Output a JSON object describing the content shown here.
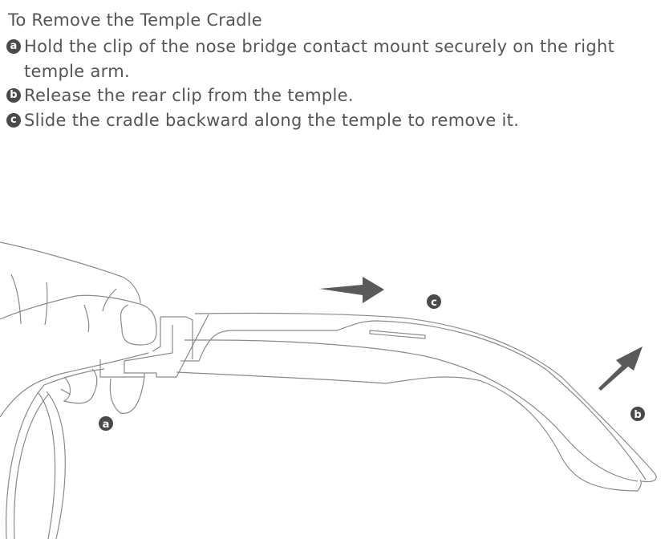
{
  "title": "To Remove the Temple Cradle",
  "steps": [
    {
      "marker": "a",
      "text": "Hold the clip of the nose bridge contact mount securely on the right temple arm."
    },
    {
      "marker": "b",
      "text": "Release the rear clip from the temple."
    },
    {
      "marker": "c",
      "text": "Slide the cradle backward along the temple to remove it."
    }
  ],
  "illustration": {
    "callouts": [
      "a",
      "b",
      "c"
    ]
  },
  "colors": {
    "text": "#555555",
    "badge": "#4a4a4a",
    "arrow": "#5a5a5a",
    "line": "#8a8a8a"
  }
}
